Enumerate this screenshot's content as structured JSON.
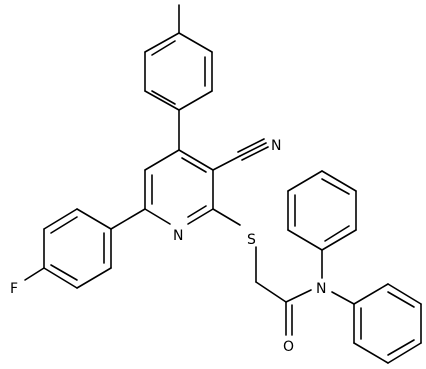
{
  "molecule": {
    "atoms": {
      "N_nitrile": "N",
      "N_pyridine": "N",
      "S_thioether": "S",
      "F_fluoro": "F",
      "N_amide": "N",
      "O_carbonyl": "O"
    }
  }
}
